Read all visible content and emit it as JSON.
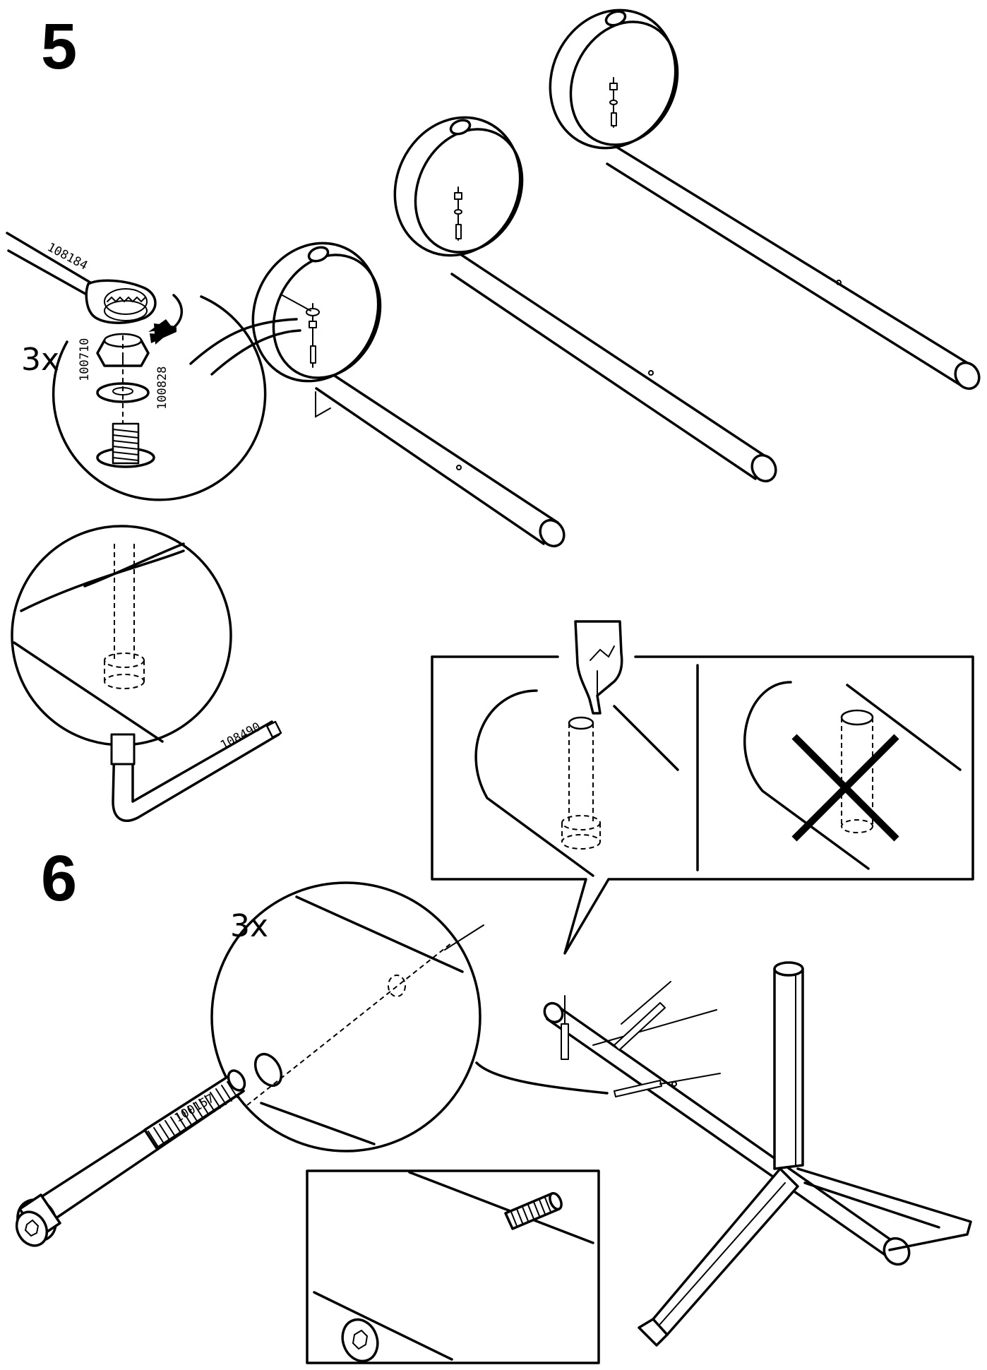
{
  "steps": {
    "step5": {
      "number": "5",
      "quantity": "3x"
    },
    "step6": {
      "number": "6",
      "quantity": "3x"
    }
  },
  "parts": {
    "wrench": "108184",
    "nut": "100710",
    "washer": "100828",
    "allen_key": "108490",
    "bolt": "100157"
  },
  "colors": {
    "ink": "#000000",
    "paper": "#ffffff"
  }
}
